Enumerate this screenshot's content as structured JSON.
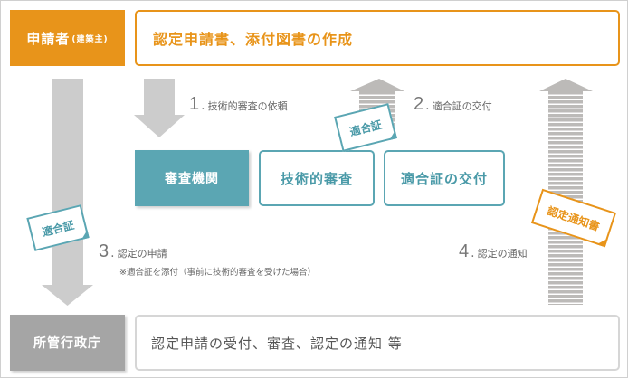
{
  "applicant": {
    "label": "申請者",
    "sub": "(建築主)"
  },
  "top_task": {
    "label": "認定申請書、添付図書の作成"
  },
  "agency": {
    "label": "審査機関"
  },
  "agency_tasks": [
    {
      "label": "技術的審査"
    },
    {
      "label": "適合証の交付"
    }
  ],
  "authority": {
    "label": "所管行政庁"
  },
  "bottom_task": {
    "label": "認定申請の受付、審査、認定の通知 等"
  },
  "steps": [
    {
      "num": "1",
      "label": "技術的審査の依頼"
    },
    {
      "num": "2",
      "label": "適合証の交付"
    },
    {
      "num": "3",
      "label": "認定の申請",
      "note": "※適合証を添付（事前に技術的審査を受けた場合）"
    },
    {
      "num": "4",
      "label": "認定の通知"
    }
  ],
  "cards": {
    "certificate_top": "適合証",
    "certificate_left": "適合証",
    "notice": "認定通知書"
  },
  "colors": {
    "orange": "#e8941a",
    "teal": "#5ba6b3",
    "gray_box": "#a5a5a5",
    "arrow_gray": "#cccccc",
    "striped_arrow": "#bcbab8"
  }
}
